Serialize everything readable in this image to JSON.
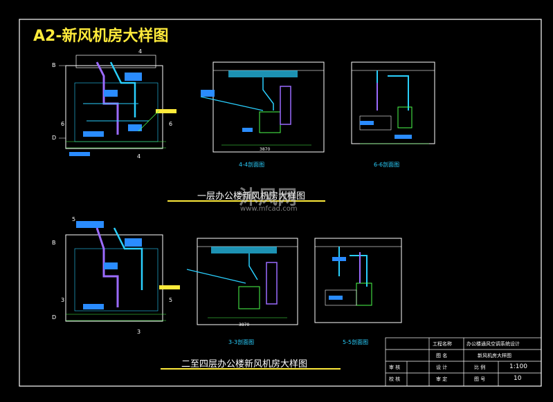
{
  "drawing": {
    "title": "A2-新风机房大样图",
    "plan_caption_1": "一层办公楼新风机房大样图",
    "plan_caption_2": "二至四层办公楼新风机房大样图",
    "section_labels": {
      "s1": "4-4剖面图",
      "s2": "6-6剖面图",
      "s3": "3-3剖面图",
      "s4": "5-5剖面图"
    },
    "dimension_labels": {
      "d1": "3870",
      "d2": "3870"
    },
    "axis_labels": {
      "a1": "4",
      "a2": "B",
      "a3": "D",
      "a4": "6",
      "a5": "6",
      "a6": "4",
      "b1": "5",
      "b2": "B",
      "b3": "D",
      "b4": "3",
      "b5": "5",
      "b6": "3"
    }
  },
  "title_block": {
    "project_label": "工程名称",
    "project_value": "办公楼通风空调系统设计",
    "drawing_label": "图 名",
    "drawing_value": "新风机房大样图",
    "check_label": "审 核",
    "design_label": "设 计",
    "scale_label": "比 例",
    "scale_value": "1:100",
    "review_label": "校 核",
    "reviewer_label": "审 定",
    "sheet_label": "图 号",
    "sheet_value": "10"
  },
  "watermark": {
    "text": "沐风网",
    "url": "www.mfcad.com"
  },
  "colors": {
    "background": "#000000",
    "frame": "#ffffff",
    "duct_blue": "#2ad0ff",
    "duct_purple": "#9b6bff",
    "green": "#4cff4c",
    "yellow": "#ffeb3b",
    "cyan_equipment": "#2a8cff"
  }
}
